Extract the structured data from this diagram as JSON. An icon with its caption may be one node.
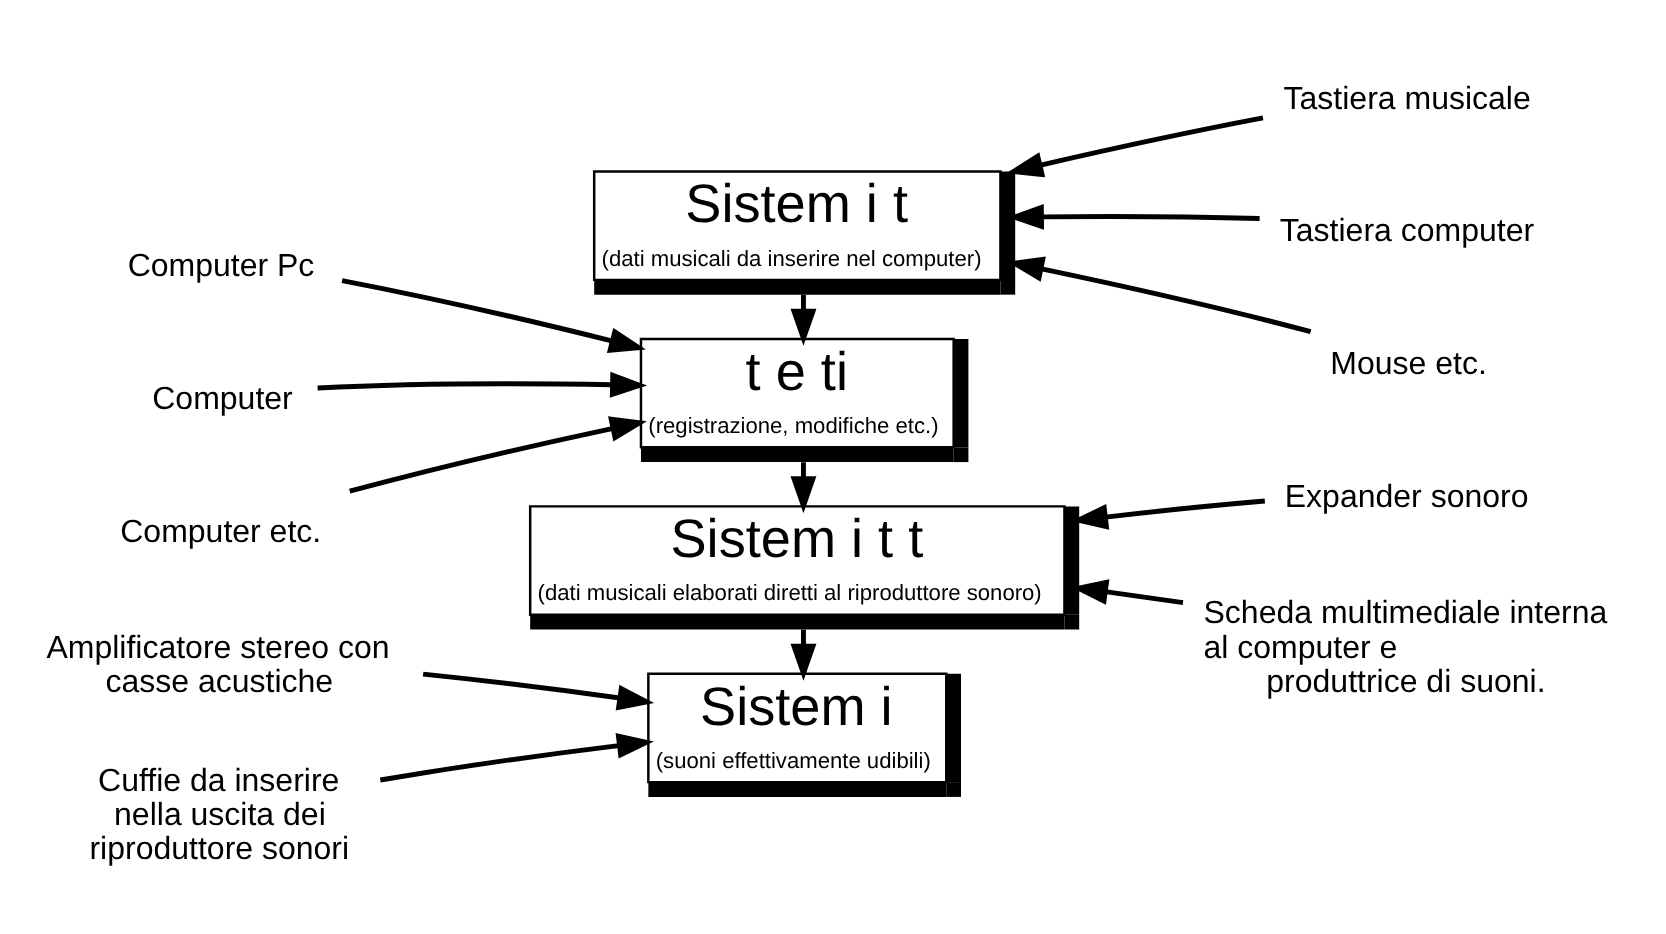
{
  "diagram": {
    "nodes": [
      {
        "text": [
          "Tastiera musicale"
        ]
      },
      {
        "text": [
          "Tastiera computer"
        ]
      },
      {
        "text": [
          "Mouse etc."
        ]
      },
      {
        "text": [
          "Sistem i t",
          "(dati musicali da inserire nel computer)"
        ]
      },
      {
        "text": [
          "Computer Pc"
        ]
      },
      {
        "text": [
          "Computer"
        ]
      },
      {
        "text": [
          "Computer etc."
        ]
      },
      {
        "text": [
          "t e ti",
          "(registrazione, modifiche etc.)"
        ]
      },
      {
        "text": [
          "Expander sonoro"
        ]
      },
      {
        "text": [
          "Scheda multimediale interna al computer e produttrice di suoni."
        ]
      },
      {
        "text": [
          "Sistem i t t",
          "(dati musicali elaborati diretti al riproduttore sonoro)"
        ]
      },
      {
        "text": [
          "Amplificatore stereo con casse acustiche"
        ]
      },
      {
        "text": [
          "Cuffie da inserire nella uscita dei riproduttore sonori"
        ]
      },
      {
        "text": [
          "Sistem i",
          "(suoni effettivamente udibili)"
        ]
      }
    ],
    "edges": [
      {
        "from": 0,
        "to": 3,
        "arrow": "to"
      },
      {
        "from": 1,
        "to": 3,
        "arrow": "to"
      },
      {
        "from": 2,
        "to": 3,
        "arrow": "to"
      },
      {
        "from": 3,
        "to": 7,
        "arrow": "to"
      },
      {
        "from": 4,
        "to": 7,
        "arrow": "to"
      },
      {
        "from": 5,
        "to": 7,
        "arrow": "to"
      },
      {
        "from": 6,
        "to": 7,
        "arrow": "to"
      },
      {
        "from": 7,
        "to": 10,
        "arrow": "to"
      },
      {
        "from": 8,
        "to": 10,
        "arrow": "to"
      },
      {
        "from": 9,
        "to": 10,
        "arrow": "to"
      },
      {
        "from": 10,
        "to": 13,
        "arrow": "to"
      },
      {
        "from": 11,
        "to": 13,
        "arrow": "to"
      },
      {
        "from": 12,
        "to": 13,
        "arrow": "to"
      }
    ]
  }
}
